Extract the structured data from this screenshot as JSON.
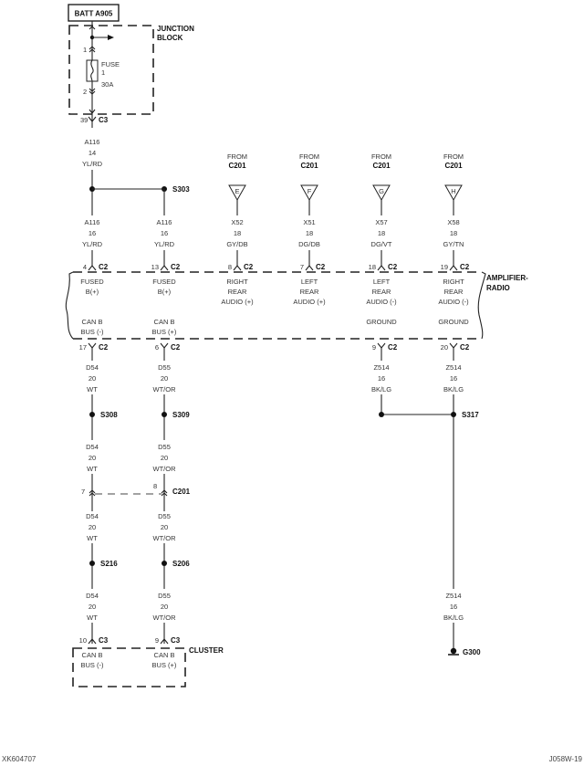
{
  "title_box": "BATT A905",
  "junction_block": {
    "label_line1": "JUNCTION",
    "label_line2": "BLOCK",
    "pin_top": "1",
    "pin_bottom": "2",
    "fuse_line1": "FUSE",
    "fuse_line2": "1",
    "fuse_line3": "30A",
    "out_pin": "39",
    "out_connector": "C3"
  },
  "feed_wire": {
    "circuit": "A116",
    "gauge": "14",
    "color": "YL/RD"
  },
  "splice_s303": "S303",
  "amp_inputs": [
    {
      "circuit": "A116",
      "gauge": "16",
      "color": "YL/RD",
      "pin": "4",
      "conn": "C2",
      "func1": "FUSED",
      "func2": "B(+)",
      "func3": ""
    },
    {
      "circuit": "A116",
      "gauge": "16",
      "color": "YL/RD",
      "pin": "13",
      "conn": "C2",
      "func1": "FUSED",
      "func2": "B(+)",
      "func3": ""
    },
    {
      "from": "FROM",
      "from_conn": "C201",
      "tag": "E",
      "circuit": "X52",
      "gauge": "18",
      "color": "GY/DB",
      "pin": "8",
      "conn": "C2",
      "func1": "RIGHT",
      "func2": "REAR",
      "func3": "AUDIO (+)"
    },
    {
      "from": "FROM",
      "from_conn": "C201",
      "tag": "F",
      "circuit": "X51",
      "gauge": "18",
      "color": "DG/DB",
      "pin": "7",
      "conn": "C2",
      "func1": "LEFT",
      "func2": "REAR",
      "func3": "AUDIO (+)"
    },
    {
      "from": "FROM",
      "from_conn": "C201",
      "tag": "G",
      "circuit": "X57",
      "gauge": "18",
      "color": "DG/VT",
      "pin": "18",
      "conn": "C2",
      "func1": "LEFT",
      "func2": "REAR",
      "func3": "AUDIO (-)"
    },
    {
      "from": "FROM",
      "from_conn": "C201",
      "tag": "H",
      "circuit": "X58",
      "gauge": "18",
      "color": "GY/TN",
      "pin": "19",
      "conn": "C2",
      "func1": "RIGHT",
      "func2": "REAR",
      "func3": "AUDIO (-)"
    }
  ],
  "amplifier": {
    "label_line1": "AMPLIFIER-",
    "label_line2": "RADIO"
  },
  "amp_outputs": [
    {
      "func1": "CAN B",
      "func2": "BUS (-)",
      "pin": "17",
      "conn": "C2"
    },
    {
      "func1": "CAN B",
      "func2": "BUS (+)",
      "pin": "6",
      "conn": "C2"
    },
    {
      "func1": "GROUND",
      "func2": "",
      "pin": "9",
      "conn": "C2"
    },
    {
      "func1": "GROUND",
      "func2": "",
      "pin": "20",
      "conn": "C2"
    }
  ],
  "can_minus": {
    "wire1": {
      "circuit": "D54",
      "gauge": "20",
      "color": "WT"
    },
    "splice1": "S308",
    "wire2": {
      "circuit": "D54",
      "gauge": "20",
      "color": "WT"
    },
    "c201_pin": "7",
    "wire3": {
      "circuit": "D54",
      "gauge": "20",
      "color": "WT"
    },
    "splice2": "S216",
    "wire4": {
      "circuit": "D54",
      "gauge": "20",
      "color": "WT"
    },
    "cluster_pin": "10",
    "cluster_conn": "C3"
  },
  "can_plus": {
    "wire1": {
      "circuit": "D55",
      "gauge": "20",
      "color": "WT/OR"
    },
    "splice1": "S309",
    "wire2": {
      "circuit": "D55",
      "gauge": "20",
      "color": "WT/OR"
    },
    "c201_pin": "8",
    "c201_label": "C201",
    "wire3": {
      "circuit": "D55",
      "gauge": "20",
      "color": "WT/OR"
    },
    "splice2": "S206",
    "wire4": {
      "circuit": "D55",
      "gauge": "20",
      "color": "WT/OR"
    },
    "cluster_pin": "9",
    "cluster_conn": "C3"
  },
  "ground": {
    "wire_a": {
      "circuit": "Z514",
      "gauge": "16",
      "color": "BK/LG"
    },
    "wire_b": {
      "circuit": "Z514",
      "gauge": "16",
      "color": "BK/LG"
    },
    "splice": "S317",
    "wire_c": {
      "circuit": "Z514",
      "gauge": "16",
      "color": "BK/LG"
    },
    "ground_point": "G300"
  },
  "cluster": {
    "label": "CLUSTER",
    "pins": [
      {
        "func1": "CAN B",
        "func2": "BUS (-)"
      },
      {
        "func1": "CAN B",
        "func2": "BUS (+)"
      }
    ]
  },
  "footer": {
    "left": "XK604707",
    "right": "J058W-19"
  }
}
